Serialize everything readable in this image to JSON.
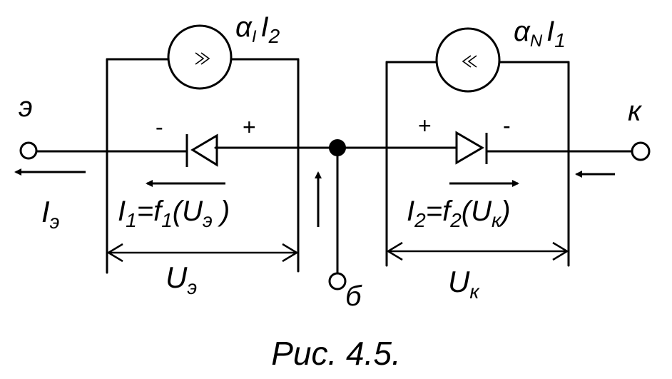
{
  "colors": {
    "ink": "#000000",
    "background": "#ffffff"
  },
  "terminals": {
    "emitter": "э",
    "collector": "к",
    "base": "б"
  },
  "sources": {
    "left": {
      "coef": "α",
      "coef_sub": "I",
      "cur": "I",
      "cur_sub": "2",
      "icon": "double-chevron-right-icon"
    },
    "right": {
      "coef": "α",
      "coef_sub": "N",
      "cur": "I",
      "cur_sub": "1",
      "icon": "double-chevron-left-icon"
    }
  },
  "diodes": {
    "left": {
      "minus": "-",
      "plus": "+",
      "eq_main": "I",
      "eq_sub": "1",
      "eq_mid": "=f",
      "eq_fsub": "1",
      "eq_open": "(U",
      "eq_usub": "э",
      "eq_close": " )"
    },
    "right": {
      "minus": "-",
      "plus": "+",
      "eq_main": "I",
      "eq_sub": "2",
      "eq_mid": "=f",
      "eq_fsub": "2",
      "eq_open": "(U",
      "eq_usub": "к",
      "eq_close": ")"
    }
  },
  "currents": {
    "emitter": {
      "main": "I",
      "sub": "э"
    }
  },
  "voltages": {
    "emitter": {
      "main": "U",
      "sub": "э"
    },
    "collector": {
      "main": "U",
      "sub": "к"
    }
  },
  "caption": "Рис. 4.5."
}
